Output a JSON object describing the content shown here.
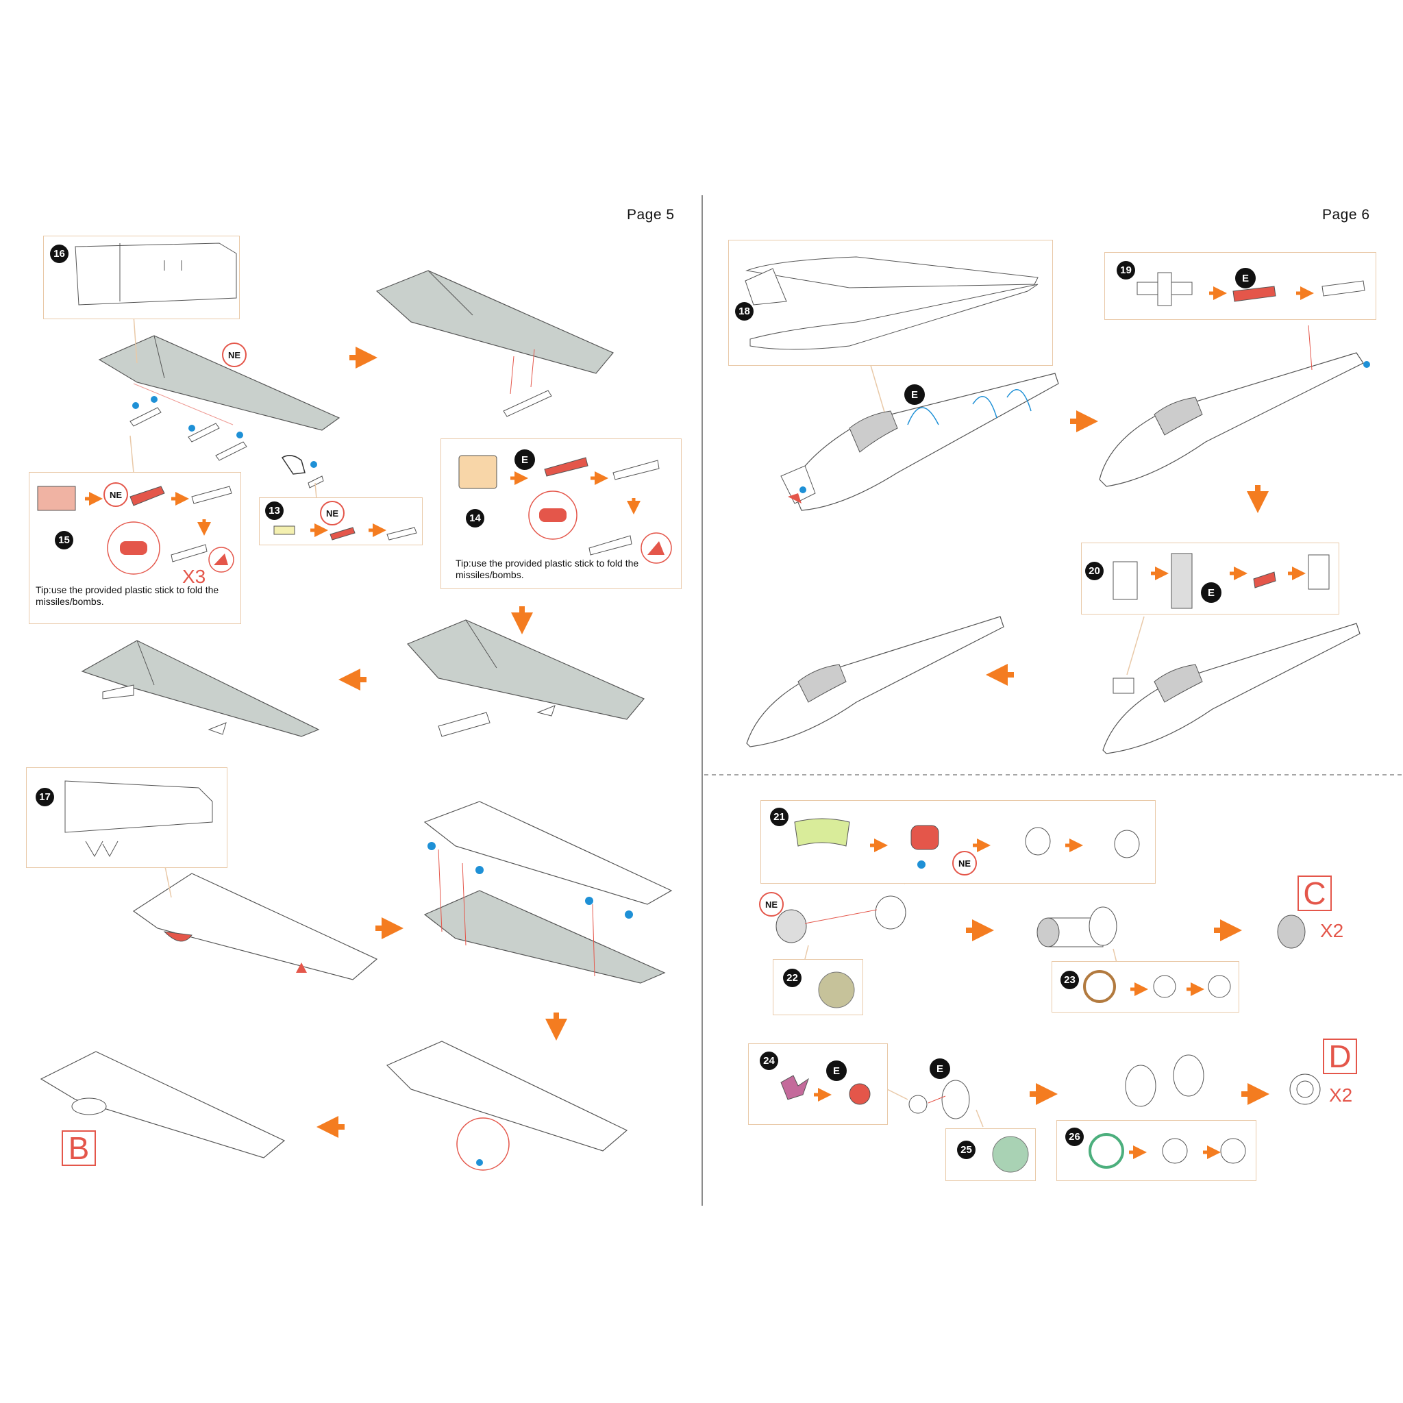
{
  "pages": {
    "left_label": "Page 5",
    "right_label": "Page 6"
  },
  "steps": [
    "16",
    "15",
    "13",
    "14",
    "17",
    "18",
    "19",
    "20",
    "21",
    "22",
    "23",
    "24",
    "25",
    "26"
  ],
  "tags": {
    "ne": "NE",
    "e": "E"
  },
  "tips": {
    "step15": "Tip:use the provided plastic stick to fold the missiles/bombs.",
    "step14": "Tip:use the provided plastic stick to fold the missiles/bombs."
  },
  "multipliers": {
    "step15": "X3",
    "assembly_c": "X2",
    "assembly_d": "X2"
  },
  "assembly_letters": {
    "wing": "B",
    "engine_c": "C",
    "engine_d": "D"
  },
  "colors": {
    "accent_orange": "#f47c20",
    "box_border": "#e9c9a8",
    "callout_red": "#e4564a",
    "dot_blue": "#1e90d6",
    "wing_gray": "#c9d0cc"
  }
}
